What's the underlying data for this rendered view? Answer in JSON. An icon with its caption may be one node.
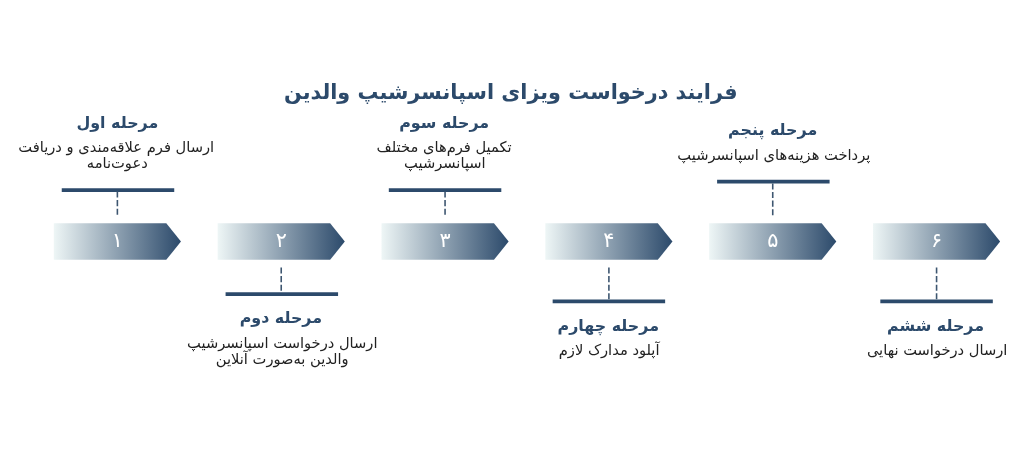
{
  "diagram": {
    "title": "فرایند درخواست ویزای اسپانسرشیپ والدین",
    "nodes": [
      {
        "text": [
          "مرحله اول",
          "ارسال فرم علاقه‌مندی و دریافت دعوت‌نامه"
        ]
      },
      {
        "text": [
          "۱"
        ]
      },
      {
        "text": [
          "۲"
        ]
      },
      {
        "text": [
          "مرحله دوم",
          "ارسال درخواست اسپانسرشیپ والدین به‌صورت آنلاین"
        ]
      },
      {
        "text": [
          "مرحله سوم",
          "تکمیل فرم‌های مختلف اسپانسرشیپ"
        ]
      },
      {
        "text": [
          "۳"
        ]
      },
      {
        "text": [
          "۴"
        ]
      },
      {
        "text": [
          "مرحله چهارم",
          "آپلود مدارک لازم"
        ]
      },
      {
        "text": [
          "مرحله پنجم",
          "پرداخت هزینه‌های اسپانسرشیپ"
        ]
      },
      {
        "text": [
          "۵"
        ]
      },
      {
        "text": [
          "۶"
        ]
      },
      {
        "text": [
          "مرحله ششم",
          "ارسال درخواست نهایی"
        ]
      }
    ],
    "edges": [
      {
        "from": 0,
        "to": 1,
        "arrow": "none",
        "style": "dashed"
      },
      {
        "from": 2,
        "to": 3,
        "arrow": "none",
        "style": "dashed"
      },
      {
        "from": 4,
        "to": 5,
        "arrow": "none",
        "style": "dashed"
      },
      {
        "from": 6,
        "to": 7,
        "arrow": "none",
        "style": "dashed"
      },
      {
        "from": 8,
        "to": 9,
        "arrow": "none",
        "style": "dashed"
      },
      {
        "from": 10,
        "to": 11,
        "arrow": "none",
        "style": "dashed"
      }
    ]
  }
}
